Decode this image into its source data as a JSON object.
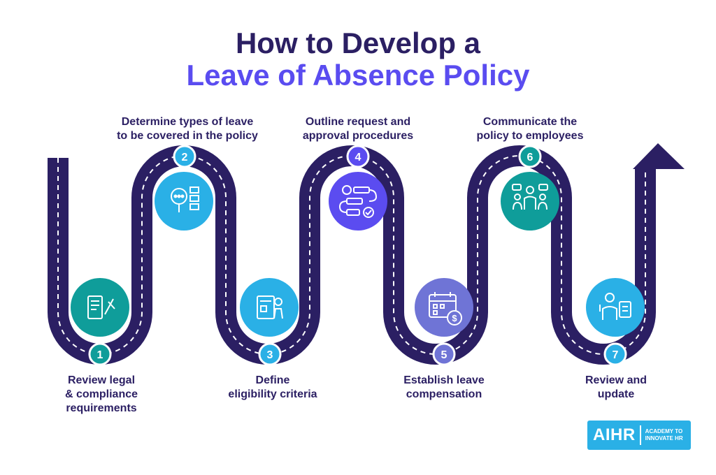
{
  "title": {
    "line1": "How to Develop a",
    "line2": "Leave of Absence Policy"
  },
  "colors": {
    "navy": "#2b1f63",
    "accent": "#5a4cf0",
    "teal": "#0f9d9a",
    "sky": "#2ab0e6",
    "violet": "#5b4cf0",
    "lavender": "#6f74d6"
  },
  "steps": [
    {
      "number": "1",
      "text": [
        "Review legal",
        "& compliance",
        "requirements"
      ],
      "icon": "document-pen-icon",
      "color": "teal"
    },
    {
      "number": "2",
      "text": [
        "Determine types of leave",
        "to be covered in the policy"
      ],
      "icon": "magnifier-list-icon",
      "color": "sky"
    },
    {
      "number": "3",
      "text": [
        "Define",
        "eligibility criteria"
      ],
      "icon": "presenter-board-icon",
      "color": "sky"
    },
    {
      "number": "4",
      "text": [
        "Outline request and",
        "approval procedures"
      ],
      "icon": "workflow-gear-check-icon",
      "color": "violet"
    },
    {
      "number": "5",
      "text": [
        "Establish leave",
        "compensation"
      ],
      "icon": "calendar-dollar-icon",
      "color": "lavender"
    },
    {
      "number": "6",
      "text": [
        "Communicate the",
        "policy to employees"
      ],
      "icon": "team-meeting-icon",
      "color": "teal"
    },
    {
      "number": "7",
      "text": [
        "Review and",
        "update"
      ],
      "icon": "checklist-person-icon",
      "color": "sky"
    }
  ],
  "logo": {
    "mark": "AIHR",
    "tagline": [
      "ACADEMY TO",
      "INNOVATE HR"
    ]
  }
}
